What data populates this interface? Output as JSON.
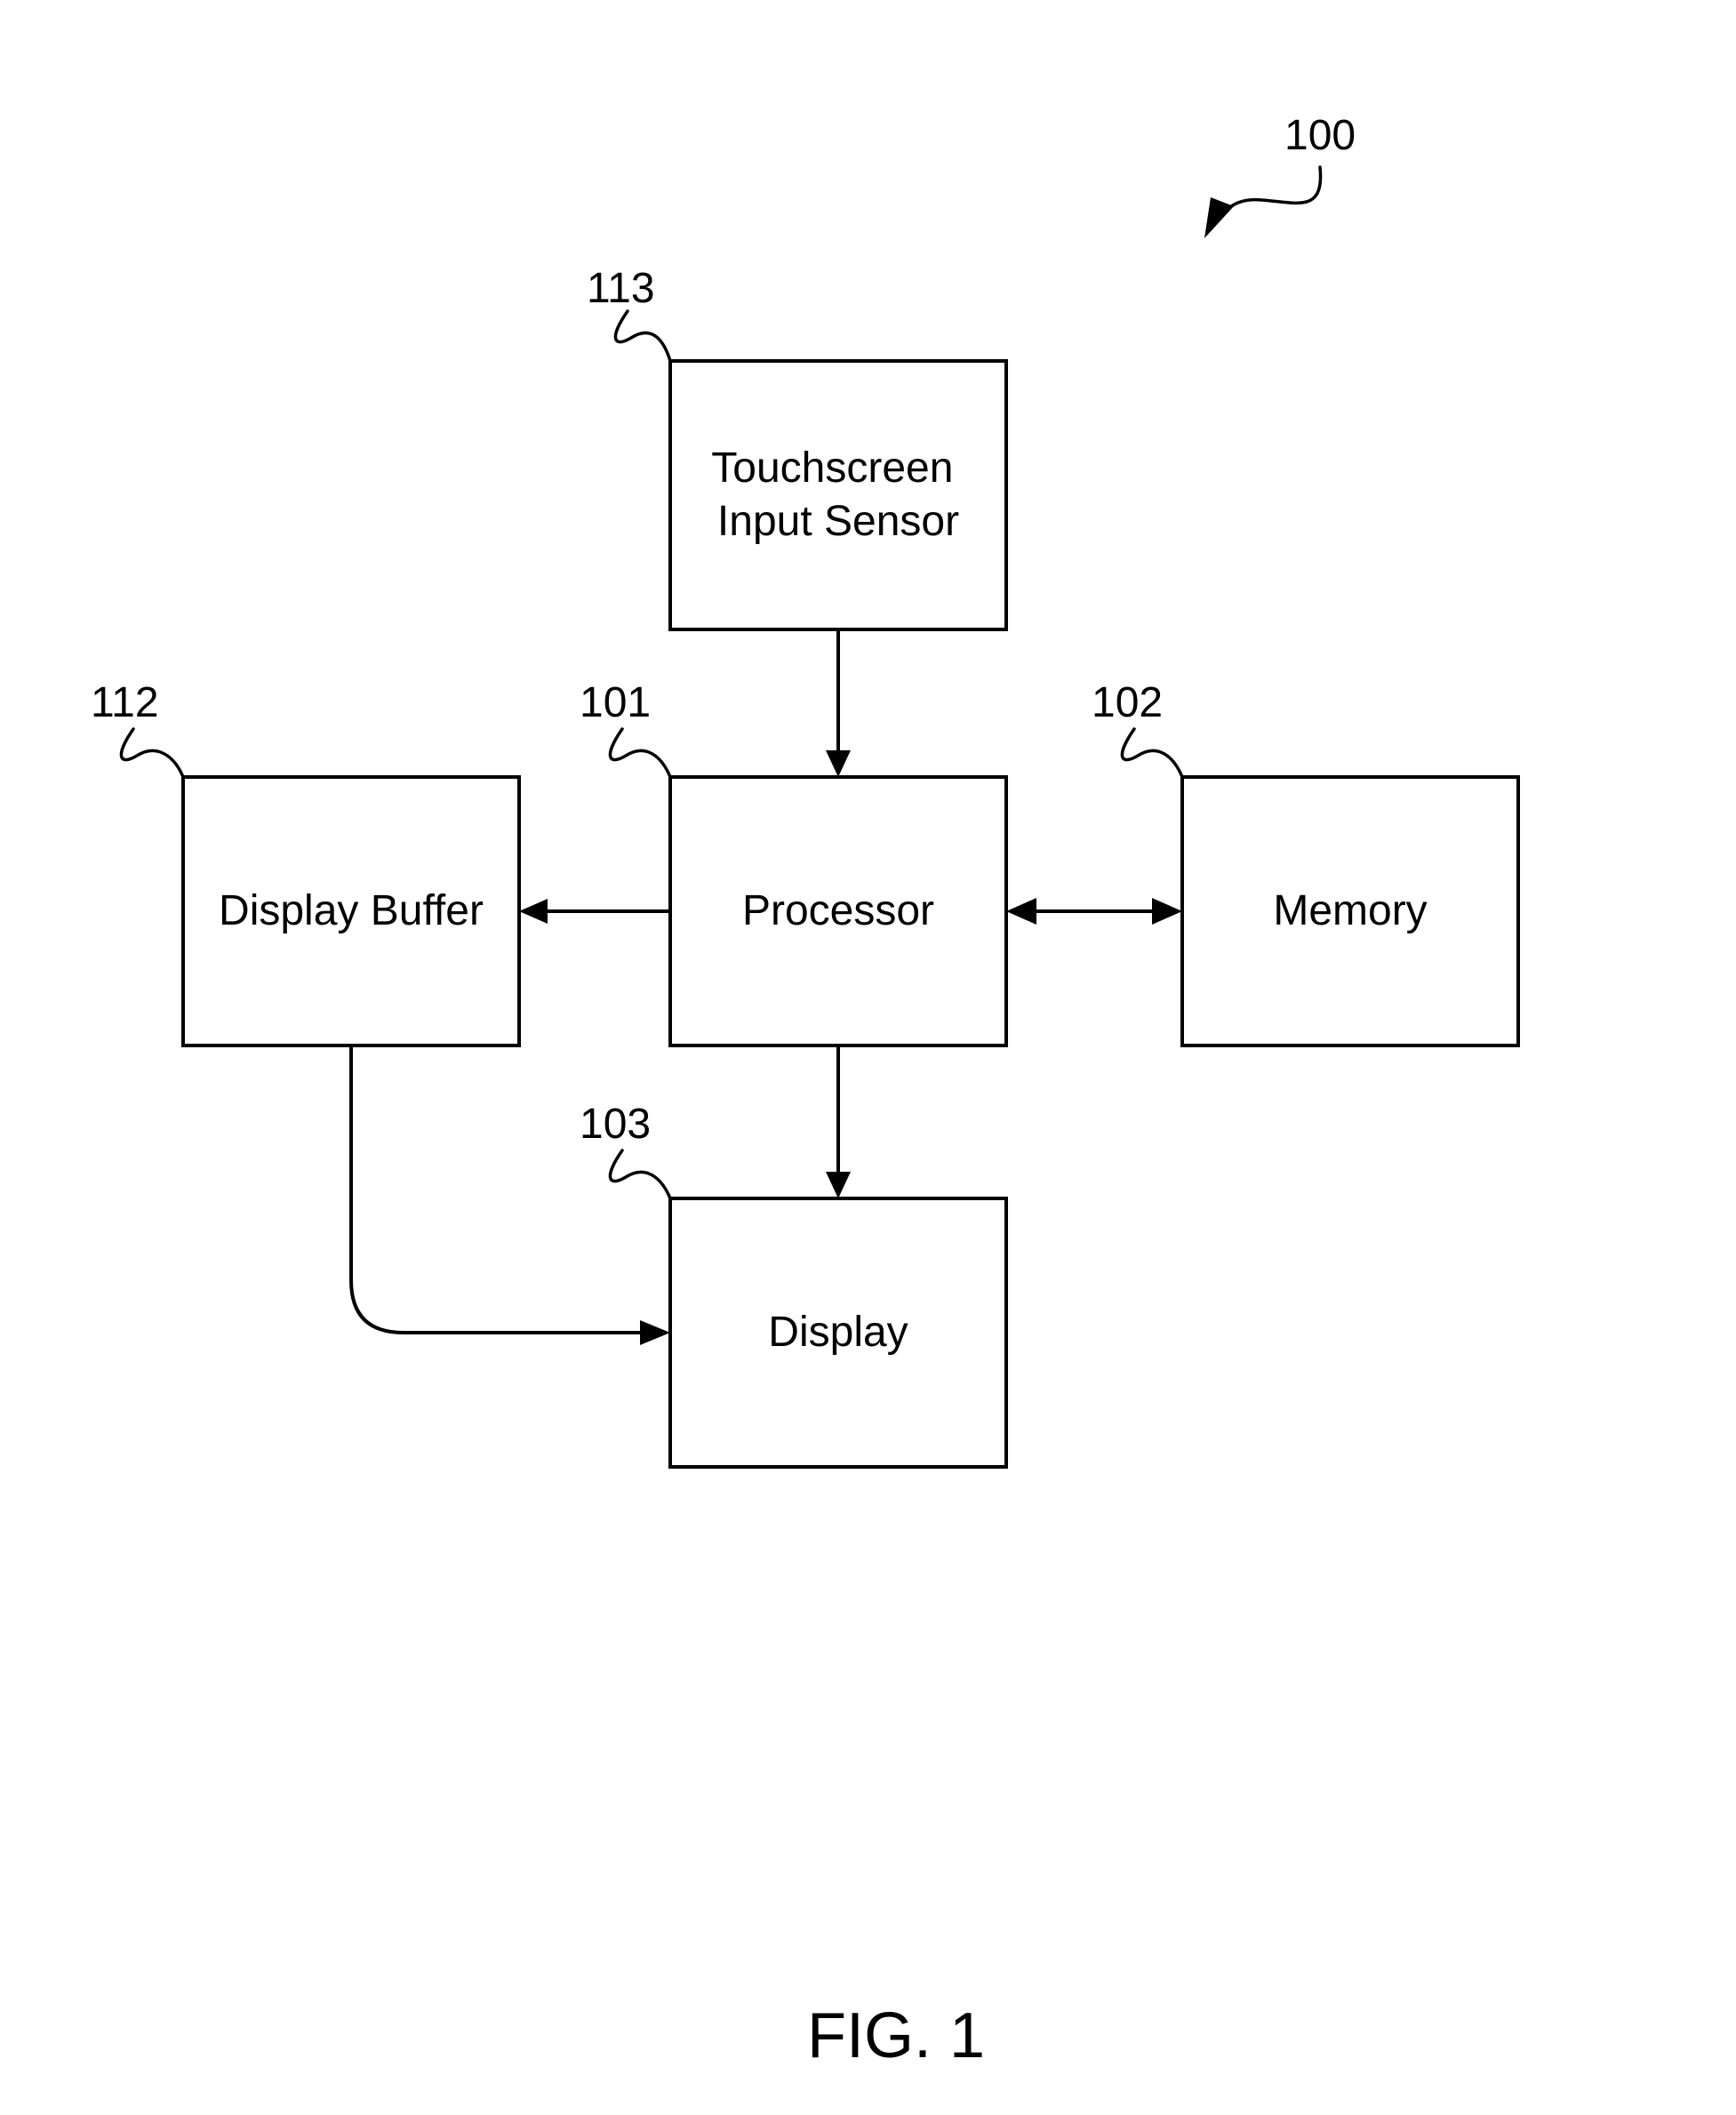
{
  "diagram": {
    "system_ref": "100",
    "caption": "FIG. 1",
    "blocks": {
      "touchscreen": {
        "ref": "113",
        "label_lines": [
          "Touchscreen",
          "Input Sensor"
        ]
      },
      "processor": {
        "ref": "101",
        "label": "Processor"
      },
      "display_buffer": {
        "ref": "112",
        "label": "Display Buffer"
      },
      "memory": {
        "ref": "102",
        "label": "Memory"
      },
      "display": {
        "ref": "103",
        "label": "Display"
      }
    },
    "connections": [
      {
        "from": "touchscreen",
        "to": "processor",
        "direction": "one-way"
      },
      {
        "from": "processor",
        "to": "display_buffer",
        "direction": "one-way"
      },
      {
        "from": "processor",
        "to": "memory",
        "direction": "two-way"
      },
      {
        "from": "processor",
        "to": "display",
        "direction": "one-way"
      },
      {
        "from": "display_buffer",
        "to": "display",
        "direction": "one-way"
      }
    ]
  }
}
